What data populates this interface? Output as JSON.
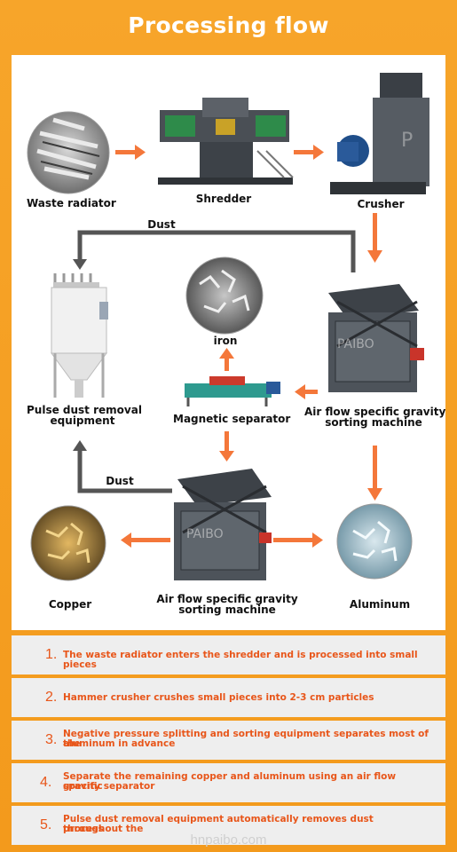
{
  "header": {
    "title": "Processing flow"
  },
  "labels": {
    "waste_radiator": "Waste radiator",
    "shredder": "Shredder",
    "crusher": "Crusher",
    "dust_top": "Dust",
    "iron": "iron",
    "pulse_dust_line1": "Pulse dust removal",
    "pulse_dust_line2": "equipment",
    "magnetic_separator": "Magnetic separator",
    "air_flow_1_line1": "Air flow specific gravity",
    "air_flow_1_line2": "sorting machine",
    "dust_bottom": "Dust",
    "copper": "Copper",
    "air_flow_2_line1": "Air flow specific gravity",
    "air_flow_2_line2": "sorting machine",
    "aluminum": "Aluminum",
    "brand_text": "PAIBO"
  },
  "steps": [
    {
      "num": "1.",
      "line1": "The waste radiator enters the shredder and is processed into small pieces",
      "line2": ""
    },
    {
      "num": "2.",
      "line1": "Hammer crusher crushes small pieces into 2-3 cm particles",
      "line2": ""
    },
    {
      "num": "3.",
      "line1": "Negative pressure splitting and sorting equipment separates most of the",
      "line2": "aluminum in advance"
    },
    {
      "num": "4.",
      "line1": "Separate the remaining copper and aluminum using an air flow specific",
      "line2": "gravity separator"
    },
    {
      "num": "5.",
      "line1": "Pulse dust removal equipment automatically removes dust throughout the",
      "line2": "process"
    }
  ],
  "footer": {
    "watermark": "hnpaibo.com"
  },
  "colors": {
    "accent_orange": "#f5a623",
    "arrow_orange": "#f4773a",
    "arrow_gray": "#555555",
    "step_text": "#e8561a"
  }
}
